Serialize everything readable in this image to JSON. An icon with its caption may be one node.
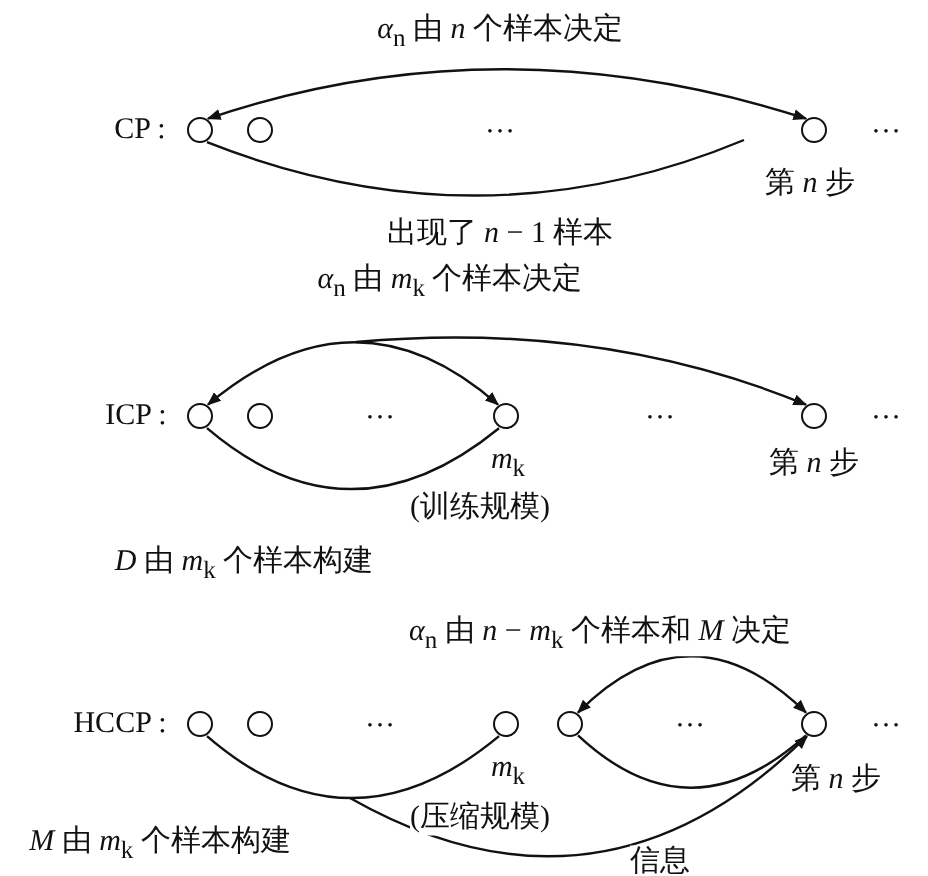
{
  "diagram": {
    "nodes": [
      {
        "text": [],
        "shape": "circle"
      },
      {
        "text": [],
        "shape": "circle"
      },
      {
        "text": [],
        "shape": "circle",
        "beside": [
          "第 *n* 步"
        ]
      },
      {
        "text": [],
        "shape": "circle"
      },
      {
        "text": [],
        "shape": "circle"
      },
      {
        "text": [],
        "shape": "circle",
        "beside": [
          "*m*$_{k}$",
          "(训练规模)"
        ]
      },
      {
        "text": [],
        "shape": "circle",
        "beside": [
          "第 *n* 步"
        ]
      },
      {
        "text": [],
        "shape": "circle"
      },
      {
        "text": [],
        "shape": "circle"
      },
      {
        "text": [],
        "shape": "circle",
        "beside": [
          "*m*$_{k}$",
          "(压缩规模)"
        ]
      },
      {
        "text": [],
        "shape": "circle"
      },
      {
        "text": [],
        "shape": "circle",
        "beside": [
          "第 *n* 步"
        ]
      }
    ],
    "edges": [
      {
        "from": 0,
        "to": 2,
        "arrow": "both",
        "label": "*α*$_{n}$ 由 *n* 个样本决定"
      },
      {
        "from": 0,
        "to": null,
        "arrow": "none",
        "label": "出现了 *n* − 1 样本"
      },
      {
        "from": 3,
        "to": 5,
        "arrow": "both",
        "label": "*α*$_{n}$ 由 *m*$_{k}$ 个样本决定"
      },
      {
        "from": null,
        "to": 6,
        "arrow": "to"
      },
      {
        "from": 3,
        "to": 5,
        "arrow": "none"
      },
      {
        "from": 10,
        "to": 11,
        "arrow": "both",
        "label": "*α*$_{n}$ 由 *n* − *m*$_{k}$ 个样本和 *M* 决定"
      },
      {
        "from": 10,
        "to": 11,
        "arrow": "none"
      },
      {
        "from": 7,
        "to": 9,
        "arrow": "none"
      },
      {
        "from": null,
        "to": 11,
        "arrow": "to",
        "label": "信息"
      }
    ],
    "labels": [
      "CP :",
      "…",
      "…",
      "ICP :",
      "…",
      "…",
      "…",
      "*D* 由 *m*$_{k}$ 个样本构建",
      "HCCP :",
      "…",
      "…",
      "…",
      "*M* 由 *m*$_{k}$ 个样本构建"
    ]
  }
}
